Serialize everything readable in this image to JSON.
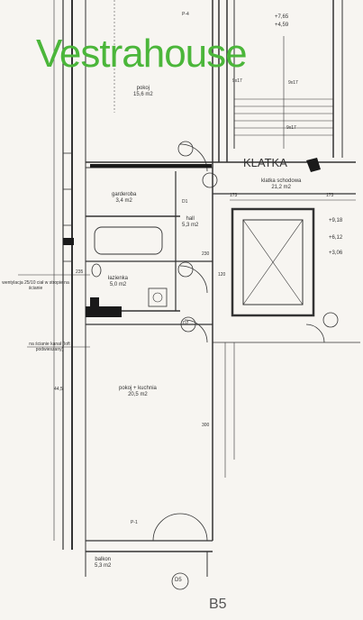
{
  "brand": {
    "name": "Vestrahouse",
    "color": "#4bb63a"
  },
  "rooms": [
    {
      "id": "pokoj1",
      "name": "pokoj",
      "area": "15,6 m2"
    },
    {
      "id": "garderoba",
      "name": "garderoba",
      "area": "3,4 m2"
    },
    {
      "id": "hall",
      "name": "hall",
      "area": "5,3 m2"
    },
    {
      "id": "lazienka",
      "name": "łazienka",
      "area": "5,0 m2"
    },
    {
      "id": "pokoj-kuchnia",
      "name": "pokoj + kuchnia",
      "area": "20,5 m2"
    },
    {
      "id": "balkon",
      "name": "balkon",
      "area": "5,3 m2"
    },
    {
      "id": "klatka",
      "name": "klatka schodowa",
      "area": "21,2 m2"
    }
  ],
  "labels": {
    "klatka": "KLATKA",
    "p4": "P-4",
    "p1": "P-1",
    "door_d1": "D1",
    "door_d2": "D2",
    "door_d5": "D5",
    "block": "B5",
    "ventilation": "wentylacja 25/10 ciał w stropie na ścianie",
    "kanal": "na ścianie kanał (loft podwieszany)"
  },
  "levels": [
    "+7,65",
    "+4,59",
    "+9,18",
    "+6,12",
    "+3,06"
  ],
  "dims": [
    "9x17",
    "9x17",
    "9x17",
    "173",
    "173",
    "120",
    "230",
    "300",
    "235",
    "44,5"
  ]
}
